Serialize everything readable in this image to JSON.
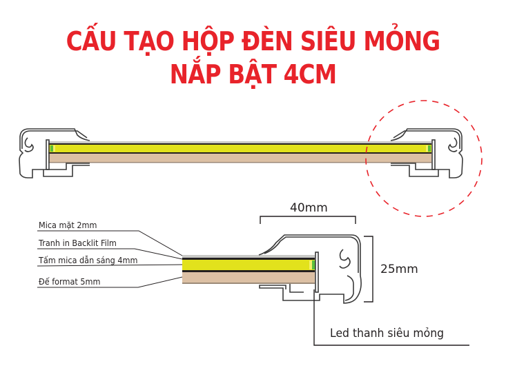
{
  "title": {
    "line1": "CẤU TẠO HỘP ĐÈN SIÊU MỎNG",
    "line2": "NẮP BẬT 4CM",
    "color": "#e8232a"
  },
  "layers": [
    {
      "label": "Mica mặt 2mm",
      "color": "#c9c9c6"
    },
    {
      "label": "Tranh in Backlit Film",
      "color": "#231f20"
    },
    {
      "label": "Tấm mica dẫn sáng 4mm",
      "color": "#e2e21c"
    },
    {
      "label": "Đế format 5mm",
      "color": "#dcc0a4"
    }
  ],
  "dimensions": {
    "width": "40mm",
    "height": "25mm"
  },
  "led_label": "Led thanh siêu mỏng",
  "colors": {
    "profile_stroke": "#3a3a3a",
    "led_green": "#5bbf3a",
    "led_yellow": "#f5f06a",
    "highlight_circle": "#e8232a"
  }
}
